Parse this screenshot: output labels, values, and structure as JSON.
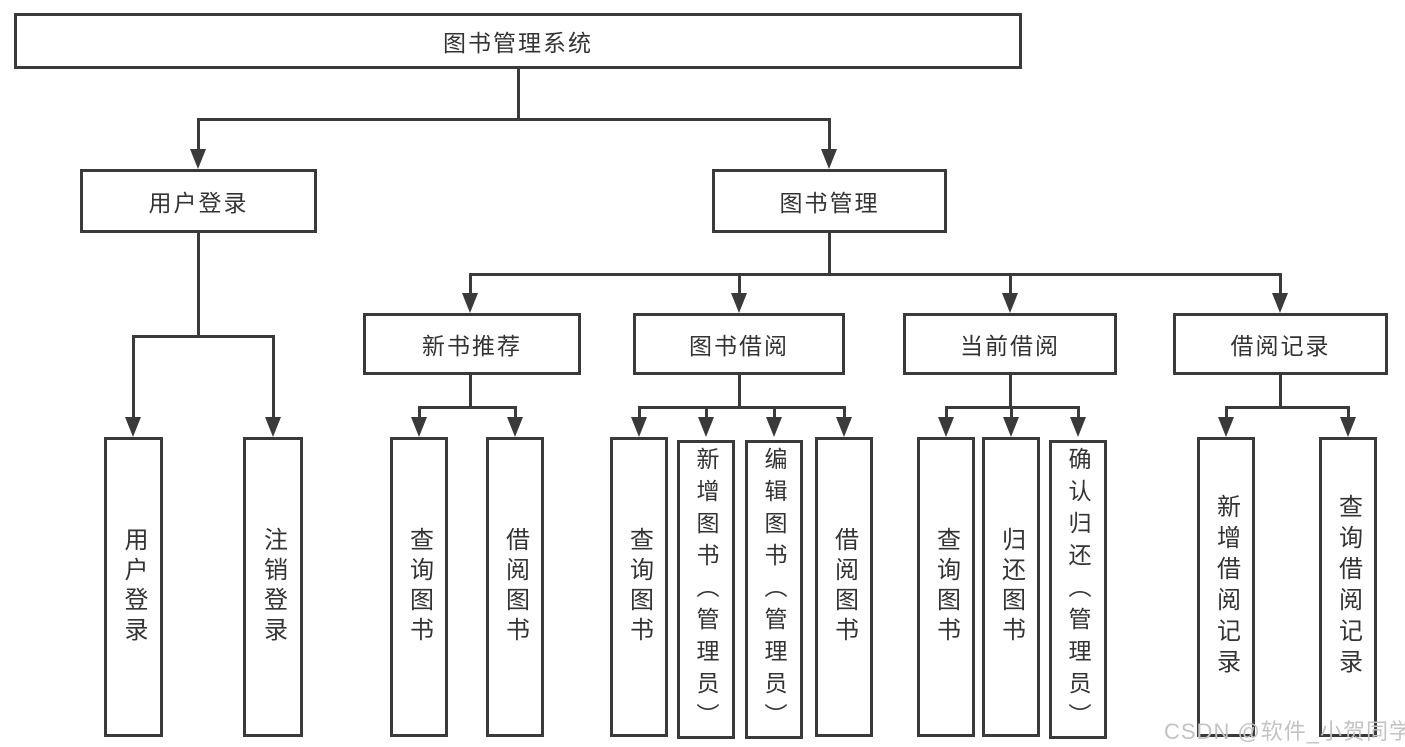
{
  "diagram": {
    "root": {
      "label": "图书管理系统"
    },
    "level2": [
      {
        "label": "用户登录",
        "leaves": [
          {
            "label": "用户登录"
          },
          {
            "label": "注销登录"
          }
        ]
      },
      {
        "label": "图书管理"
      }
    ],
    "level3": [
      {
        "label": "新书推荐",
        "leaves": [
          {
            "label": "查询图书"
          },
          {
            "label": "借阅图书"
          }
        ]
      },
      {
        "label": "图书借阅",
        "leaves": [
          {
            "label": "查询图书"
          },
          {
            "label": "新增图书（管理员）"
          },
          {
            "label": "编辑图书（管理员）"
          },
          {
            "label": "借阅图书"
          }
        ]
      },
      {
        "label": "当前借阅",
        "leaves": [
          {
            "label": "查询图书"
          },
          {
            "label": "归还图书"
          },
          {
            "label": "确认归还（管理员）"
          }
        ]
      },
      {
        "label": "借阅记录",
        "leaves": [
          {
            "label": "新增借阅记录"
          },
          {
            "label": "查询借阅记录"
          }
        ]
      }
    ]
  },
  "watermark": {
    "text": "CSDN @软件_小贺同学"
  },
  "colors": {
    "line": "#3a3a3a",
    "text": "#333333",
    "box_bg": "#ffffff",
    "page_bg": "#ffffff",
    "watermark": "#c3c3c3"
  }
}
